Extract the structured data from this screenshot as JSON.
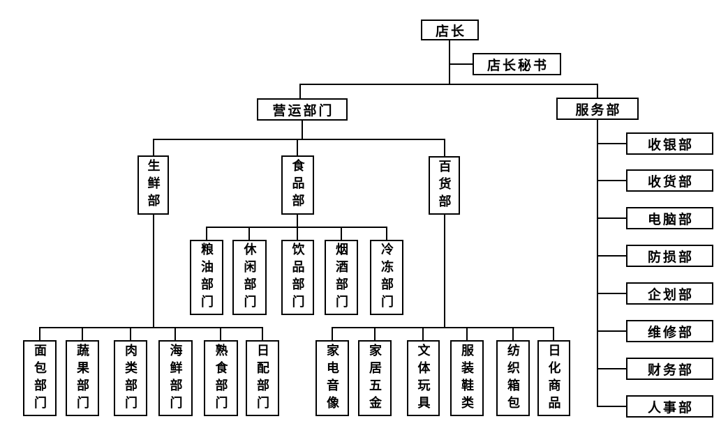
{
  "org": {
    "root": {
      "label": "店长"
    },
    "secretary": {
      "label": "店长秘书"
    },
    "operations": {
      "label": "营运部门"
    },
    "service": {
      "label": "服务部"
    },
    "operations_children": {
      "fresh": {
        "label": "生鲜部"
      },
      "food": {
        "label": "食品部"
      },
      "general": {
        "label": "百货部"
      }
    },
    "food_children": [
      {
        "label": "粮油部门"
      },
      {
        "label": "休闲部门"
      },
      {
        "label": "饮品部门"
      },
      {
        "label": "烟酒部门"
      },
      {
        "label": "冷冻部门"
      }
    ],
    "fresh_children": [
      {
        "label": "面包部门"
      },
      {
        "label": "蔬果部门"
      },
      {
        "label": "肉类部门"
      },
      {
        "label": "海鲜部门"
      },
      {
        "label": "熟食部门"
      },
      {
        "label": "日配部门"
      }
    ],
    "general_children": [
      {
        "label": "家电音像"
      },
      {
        "label": "家居五金"
      },
      {
        "label": "文体玩具"
      },
      {
        "label": "服装鞋类"
      },
      {
        "label": "纺织箱包"
      },
      {
        "label": "日化商品"
      }
    ],
    "service_children": [
      {
        "label": "收银部"
      },
      {
        "label": "收货部"
      },
      {
        "label": "电脑部"
      },
      {
        "label": "防损部"
      },
      {
        "label": "企划部"
      },
      {
        "label": "维修部"
      },
      {
        "label": "财务部"
      },
      {
        "label": "人事部"
      }
    ],
    "line_color": "#000000",
    "box_background": "#ffffff"
  }
}
